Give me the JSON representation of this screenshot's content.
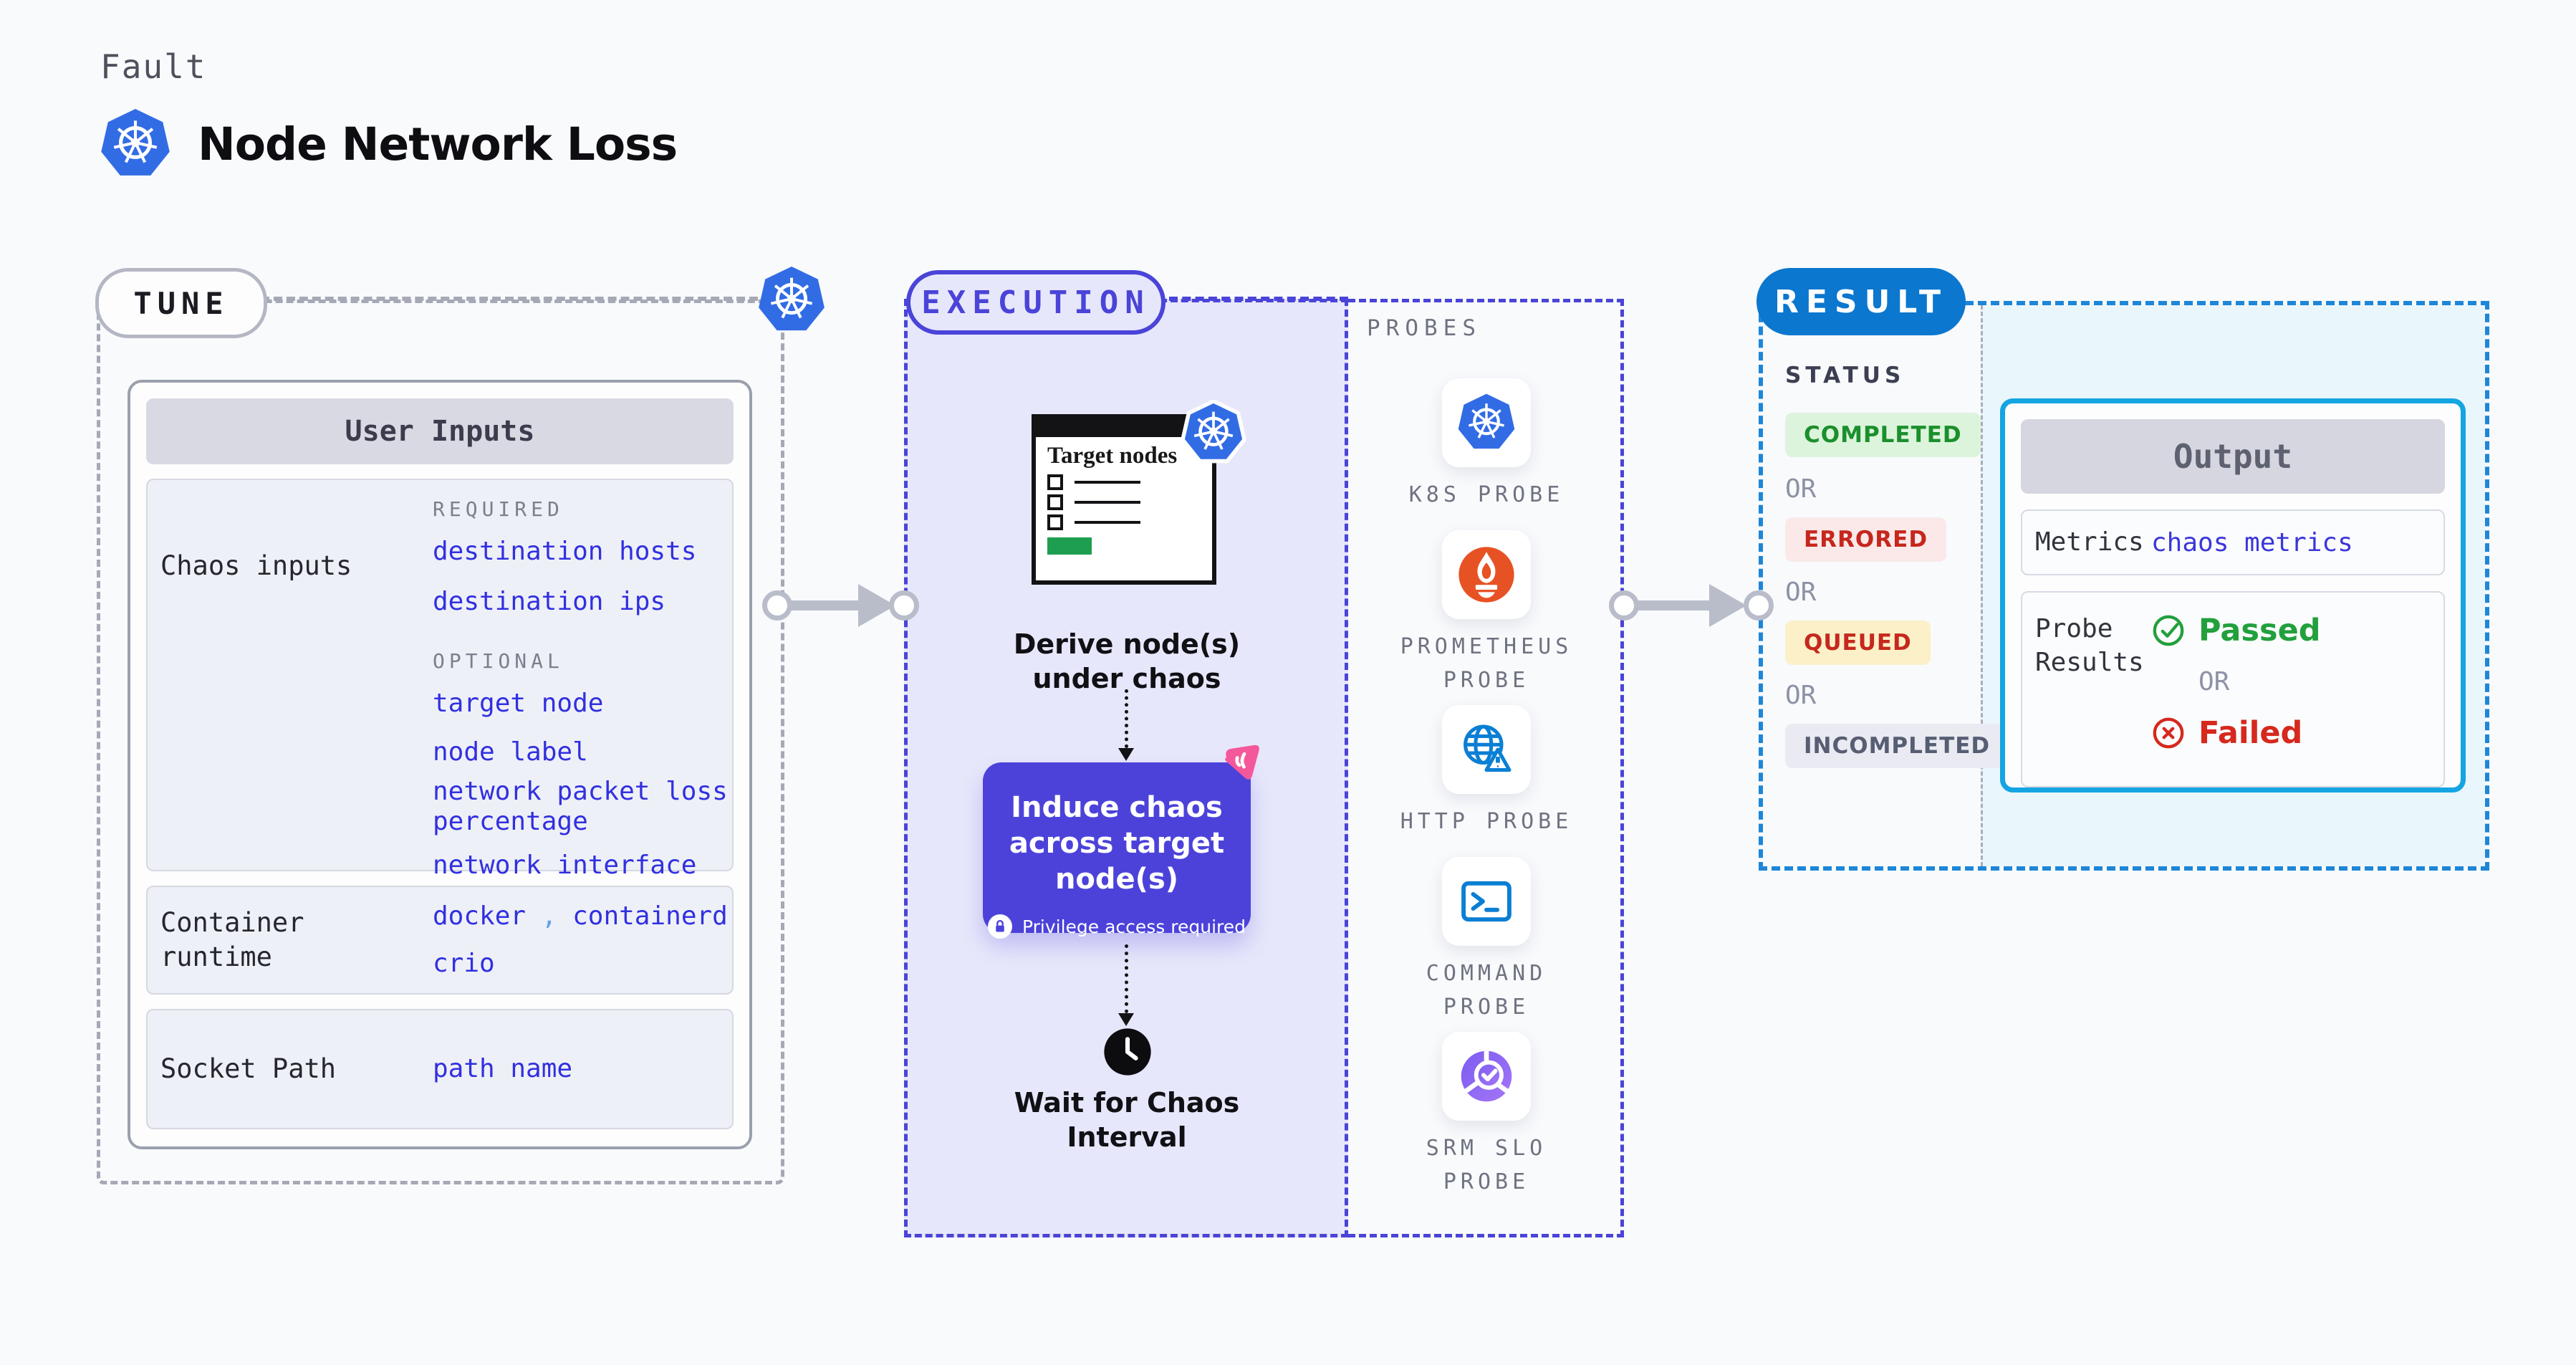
{
  "header": {
    "kicker": "Fault",
    "title": "Node Network Loss"
  },
  "tune": {
    "badge": "TUNE",
    "user_inputs": {
      "title": "User Inputs",
      "chaos_inputs": {
        "label": "Chaos inputs",
        "required_label": "REQUIRED",
        "required": [
          "destination hosts",
          "destination ips"
        ],
        "optional_label": "OPTIONAL",
        "optional": [
          "target node",
          "node label",
          "network packet loss percentage",
          "network interface"
        ]
      },
      "container_runtime": {
        "label": "Container runtime",
        "values": [
          "docker",
          "containerd",
          "crio"
        ],
        "separator": ","
      },
      "socket_path": {
        "label": "Socket Path",
        "value": "path name"
      }
    }
  },
  "execution": {
    "badge": "EXECUTION",
    "target_nodes_title": "Target nodes",
    "derive_label": "Derive node(s) under chaos",
    "induce_title": "Induce chaos across target node(s)",
    "induce_note": "Privilege access required",
    "wait_label": "Wait for Chaos Interval"
  },
  "probes": {
    "label": "PROBES",
    "items": [
      {
        "icon": "kubernetes-icon",
        "label": "K8S PROBE"
      },
      {
        "icon": "prometheus-icon",
        "label": "PROMETHEUS PROBE"
      },
      {
        "icon": "http-globe-warning-icon",
        "label": "HTTP PROBE"
      },
      {
        "icon": "terminal-icon",
        "label": "COMMAND PROBE"
      },
      {
        "icon": "srm-slo-icon",
        "label": "SRM SLO PROBE"
      }
    ]
  },
  "result": {
    "badge": "RESULT",
    "status_label": "STATUS",
    "or_label": "OR",
    "statuses": [
      {
        "label": "COMPLETED",
        "type": "success"
      },
      {
        "label": "ERRORED",
        "type": "error"
      },
      {
        "label": "QUEUED",
        "type": "queued"
      },
      {
        "label": "INCOMPLETED",
        "type": "incomplete"
      }
    ],
    "output": {
      "title": "Output",
      "metrics": {
        "label": "Metrics",
        "value": "chaos metrics"
      },
      "probe_results": {
        "label": "Probe Results",
        "passed": "Passed",
        "or": "OR",
        "failed": "Failed"
      }
    }
  },
  "colors": {
    "page_bg": "#f8fafc",
    "kubernetes_blue": "#326ce5",
    "indigo_accent": "#4a44d8",
    "execution_bg": "#e7e7fb",
    "link_blue": "#3130e0",
    "comma_blue": "#64a0e8",
    "result_badge_blue": "#0b77cf",
    "result_border_blue": "#1d86d8",
    "output_border_cyan": "#14a5e2",
    "output_zone_bg": "#e9f6fc",
    "success_text": "#1b8f2c",
    "success_bg": "#dcf4dc",
    "error_text": "#c5271d",
    "error_bg": "#fbe9e9",
    "queued_bg": "#fbf0c8",
    "incomplete_text": "#575e73",
    "incomplete_bg": "#eaebf2",
    "passed_green": "#22a03c",
    "failed_red": "#d6281c",
    "prometheus_orange": "#e75225",
    "http_blue": "#0a7fd4",
    "srm_purple": "#8b5cf6",
    "litmus_pink": "#f4589b",
    "induce_bg": "#4c42da",
    "arrow_gray": "#b9bcc9",
    "green_bar": "#1e9e50"
  }
}
